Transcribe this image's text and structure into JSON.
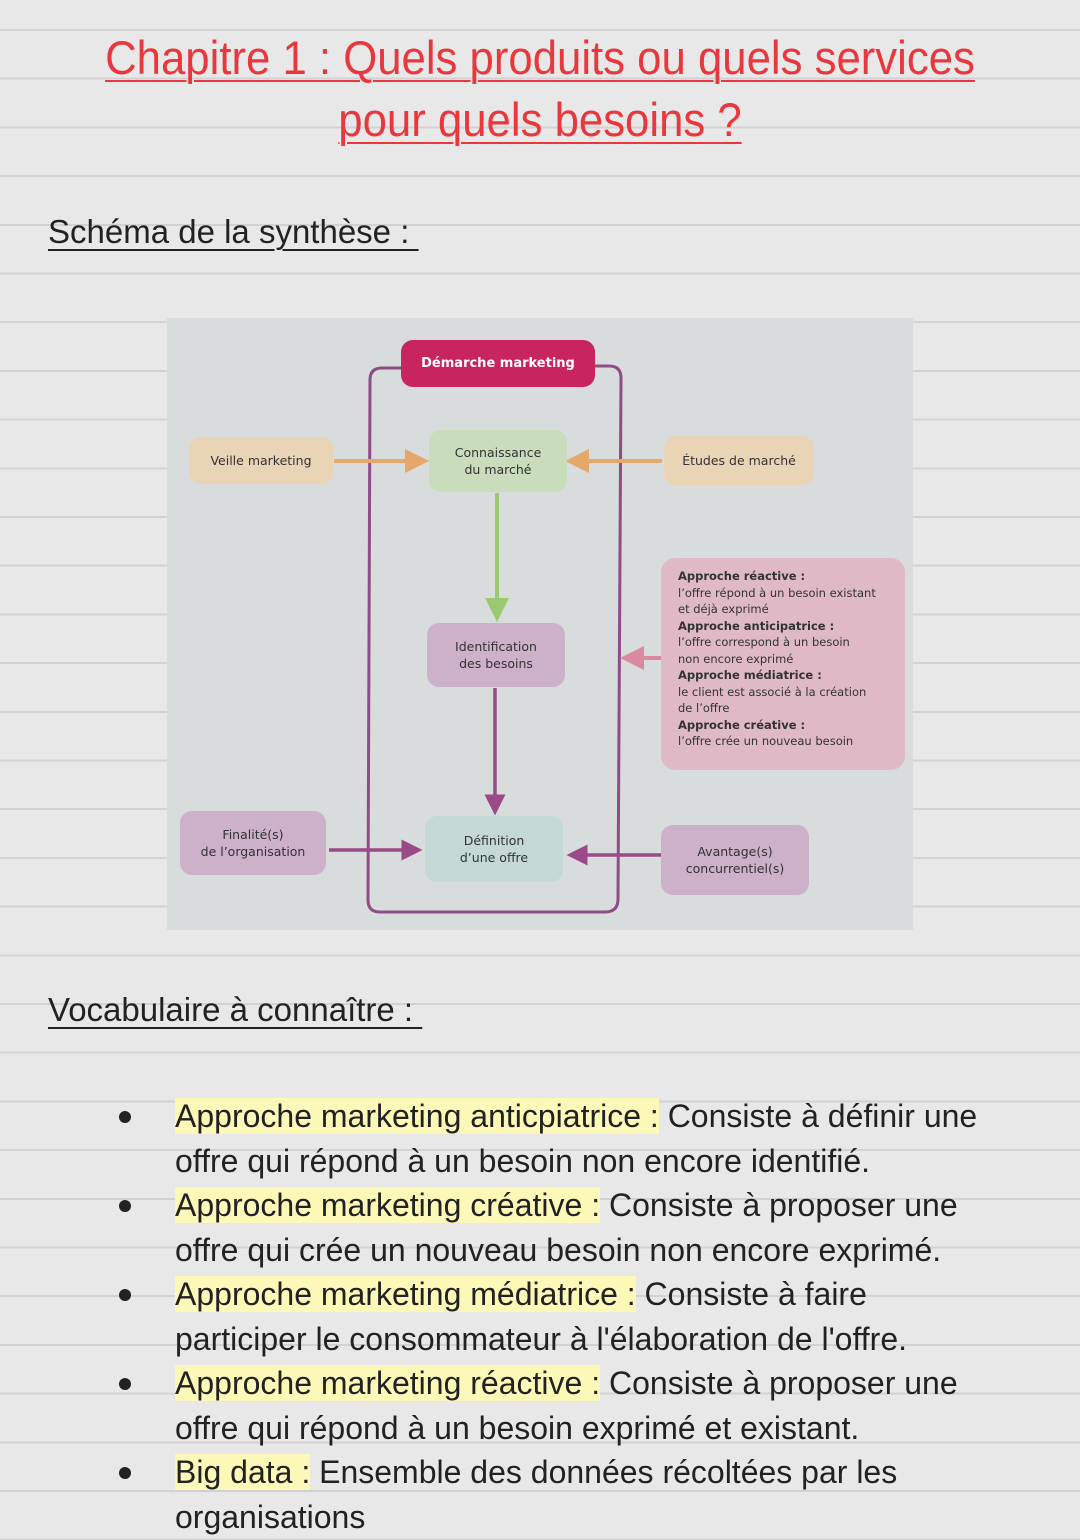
{
  "title": {
    "line1": "Chapitre 1 : Quels produits ou quels services ",
    "line2": "pour quels besoins ? "
  },
  "sections": {
    "schema_heading": "Schéma de la synthèse : ",
    "vocab_heading": "Vocabulaire à connaître : "
  },
  "diagram": {
    "title": "Démarche marketing",
    "nodes": {
      "veille": "Veille marketing",
      "connaissance_l1": "Connaissance",
      "connaissance_l2": "du marché",
      "etudes": "Études de marché",
      "identification_l1": "Identification",
      "identification_l2": "des besoins",
      "definition_l1": "Définition",
      "definition_l2": "d’une offre",
      "finalite_l1": "Finalité(s)",
      "finalite_l2": "de l’organisation",
      "avantage_l1": "Avantage(s)",
      "avantage_l2": "concurrentiel(s)"
    },
    "approches": [
      {
        "head": "Approche réactive :",
        "l1": "l’offre répond à un besoin existant",
        "l2": "et déjà exprimé"
      },
      {
        "head": "Approche anticipatrice :",
        "l1": "l’offre correspond à un besoin",
        "l2": "non encore exprimé"
      },
      {
        "head": "Approche médiatrice :",
        "l1": "le client est associé à la création",
        "l2": "de l’offre"
      },
      {
        "head": "Approche créative :",
        "l1": "l’offre crée un nouveau besoin",
        "l2": ""
      }
    ],
    "colors": {
      "title_box": "#c8255e",
      "frame": "#8e4d86",
      "orange_arrow": "#e6a76a",
      "green_arrow": "#9cc96f",
      "mauve_arrow": "#9b4a88",
      "pink_arrow": "#d98a9e"
    }
  },
  "vocabulary": [
    {
      "term": "Approche marketing anticpiatrice :",
      "def_l1": " Consiste à définir une",
      "def_l2": "offre qui répond à un besoin non encore identifié."
    },
    {
      "term": "Approche marketing créative :",
      "def_l1": " Consiste à proposer une",
      "def_l2": "offre qui crée un nouveau besoin non encore exprimé."
    },
    {
      "term": "Approche marketing médiatrice :",
      "def_l1": " Consiste à faire",
      "def_l2": "participer le consommateur à l'élaboration de l'offre."
    },
    {
      "term": "Approche marketing réactive :",
      "def_l1": " Consiste à proposer une",
      "def_l2": "offre qui répond à un besoin exprimé et existant."
    },
    {
      "term": "Big data :",
      "def_l1": " Ensemble des données récoltées par les",
      "def_l2": "organisations"
    }
  ],
  "colors": {
    "title_red": "#e8383d",
    "highlight": "#fcf8b8",
    "page_bg": "#e8e8e8",
    "rule_line": "#d2d2d2"
  }
}
